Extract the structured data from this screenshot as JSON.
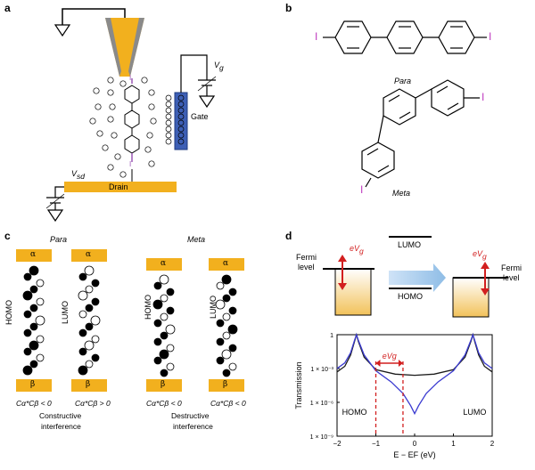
{
  "panels": {
    "a": "a",
    "b": "b",
    "c": "c",
    "d": "d"
  },
  "panel_a": {
    "gate_label": "Gate",
    "drain_label": "Drain",
    "vg_label": "V",
    "vg_sub": "g",
    "vsd_label": "V",
    "vsd_sub": "sd",
    "iodine": "I"
  },
  "panel_b": {
    "para_label": "Para",
    "meta_label": "Meta",
    "iodine": "I"
  },
  "panel_c": {
    "para_title": "Para",
    "meta_title": "Meta",
    "alpha": "α",
    "beta": "β",
    "homo": "HOMO",
    "lumo": "LUMO",
    "para_homo_cond": "Cα*Cβ < 0",
    "para_lumo_cond": "Cα*Cβ > 0",
    "meta_homo_cond": "Cα*Cβ < 0",
    "meta_lumo_cond": "Cα*Cβ < 0",
    "constructive": "Constructive",
    "destructive": "Destructive",
    "interference": "interference"
  },
  "panel_d": {
    "lumo": "LUMO",
    "homo": "HOMO",
    "fermi_left": "Fermi",
    "level_left": "level",
    "fermi_right": "Fermi",
    "level_right": "level",
    "evg": "eV",
    "evg_sub": "g",
    "accent_red": "#d21f1f",
    "accent_gold": "#f2b01e",
    "accent_blue": "#3a3ad0"
  },
  "chart_data": {
    "type": "line",
    "xlabel": "E − EF (eV)",
    "ylabel": "Transmission",
    "xlim": [
      -2,
      2
    ],
    "ylim_log10": [
      -9,
      0
    ],
    "xticks": [
      "−2",
      "−1",
      "0",
      "1",
      "2"
    ],
    "yticks": [
      "1",
      "1 × 10⁻³",
      "1 × 10⁻⁶",
      "1 × 10⁻⁹"
    ],
    "annotations": [
      "HOMO",
      "LUMO",
      "eVg"
    ],
    "series": [
      {
        "color": "#1a1a1a",
        "x": [
          -2,
          -1.8,
          -1.65,
          -1.55,
          -1.5,
          -1.45,
          -1.3,
          -1,
          -0.5,
          0,
          0.5,
          1,
          1.3,
          1.45,
          1.5,
          1.55,
          1.65,
          1.8,
          2
        ],
        "log10y": [
          -3.3,
          -2.8,
          -1.8,
          -0.6,
          0,
          -0.6,
          -2.0,
          -3.1,
          -3.5,
          -3.6,
          -3.5,
          -3.1,
          -2.0,
          -0.6,
          0,
          -0.6,
          -1.8,
          -2.8,
          -3.3
        ]
      },
      {
        "color": "#3a3ad0",
        "x": [
          -2,
          -1.8,
          -1.65,
          -1.55,
          -1.5,
          -1.45,
          -1.3,
          -1,
          -0.6,
          -0.3,
          -0.1,
          0,
          0.1,
          0.3,
          0.6,
          1,
          1.3,
          1.45,
          1.5,
          1.55,
          1.65,
          1.8,
          2
        ],
        "log10y": [
          -3.0,
          -2.5,
          -1.6,
          -0.5,
          0,
          -0.5,
          -1.8,
          -3.2,
          -4.2,
          -5.2,
          -6.3,
          -7.0,
          -6.3,
          -5.2,
          -4.2,
          -3.2,
          -1.8,
          -0.5,
          0,
          -0.5,
          -1.6,
          -2.5,
          -3.0
        ]
      }
    ]
  }
}
